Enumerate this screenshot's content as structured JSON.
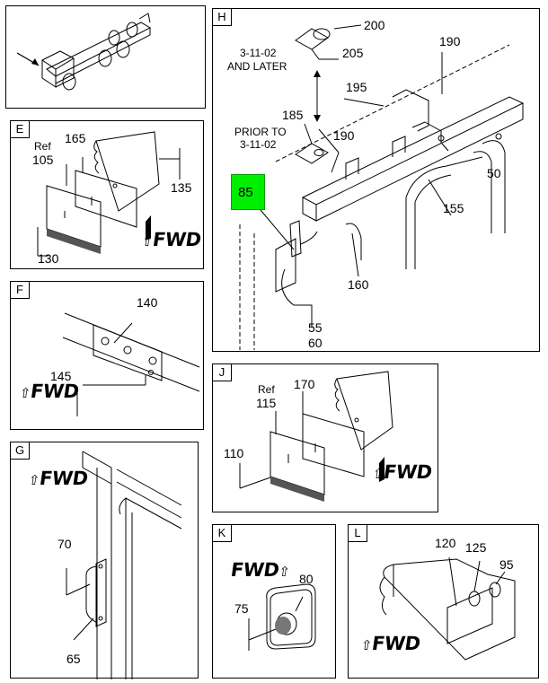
{
  "panels": {
    "E": {
      "tag": "E",
      "labels": {
        "ref": "Ref",
        "p105": "105",
        "p165": "165",
        "p135": "135",
        "p130": "130"
      },
      "fwd": "FWD"
    },
    "F": {
      "tag": "F",
      "labels": {
        "p140": "140",
        "p145": "145"
      },
      "fwd": "FWD"
    },
    "G": {
      "tag": "G",
      "labels": {
        "p70": "70",
        "p65": "65"
      },
      "fwd": "FWD"
    },
    "H": {
      "tag": "H",
      "labels": {
        "p200": "200",
        "date_later": "3-11-02",
        "and_later": "AND LATER",
        "p205": "205",
        "p190a": "190",
        "p195": "195",
        "p185": "185",
        "prior_to": "PRIOR TO",
        "date_prior": "3-11-02",
        "p190b": "190",
        "p50": "50",
        "p85": "85",
        "p155": "155",
        "p160": "160",
        "p55": "55",
        "p60": "60"
      }
    },
    "J": {
      "tag": "J",
      "labels": {
        "ref": "Ref",
        "p115": "115",
        "p170": "170",
        "p110": "110"
      },
      "fwd": "FWD"
    },
    "K": {
      "tag": "K",
      "labels": {
        "p80": "80",
        "p75": "75"
      },
      "fwd": "FWD"
    },
    "L": {
      "tag": "L",
      "labels": {
        "p120": "120",
        "p125": "125",
        "p95": "95"
      },
      "fwd": "FWD"
    }
  },
  "highlight_color": "#00ee00"
}
